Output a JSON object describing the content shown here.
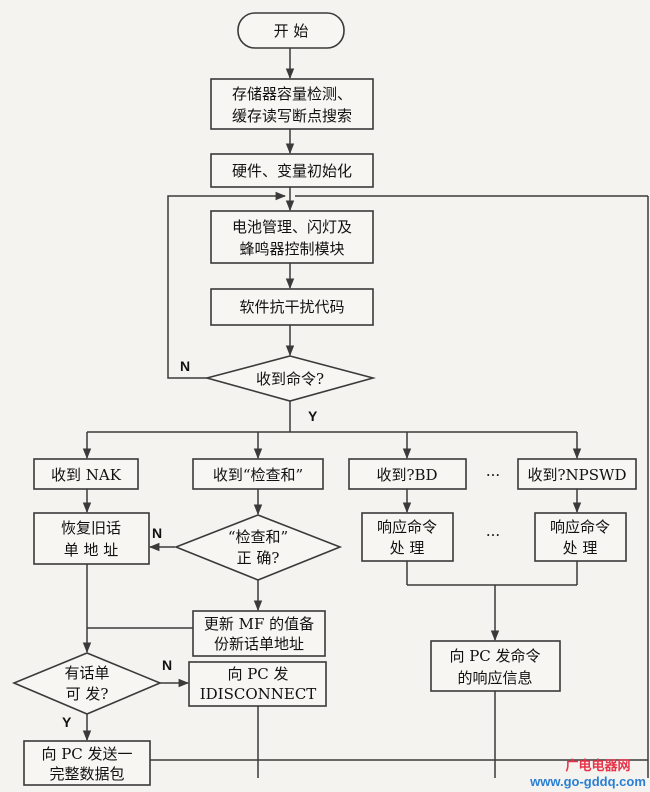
{
  "flowchart": {
    "start": "开 始",
    "memory_check": [
      "存储器容量检测、",
      "缓存读写断点搜索"
    ],
    "init": "硬件、变量初始化",
    "battery_module": [
      "电池管理、闪灯及",
      "蜂鸣器控制模块"
    ],
    "anti_interference": "软件抗干扰代码",
    "cmd_received": "收到命令?",
    "label_n1": "N",
    "label_y1": "Y",
    "recv_nak": "收到 NAK",
    "recv_checksum": "收到“检查和”",
    "recv_bd": "收到?BD",
    "ellipsis_top": "···",
    "recv_npswd": "收到?NPSWD",
    "restore_record": [
      "恢复旧话",
      "单 地 址"
    ],
    "checksum_ok": [
      "“检查和”",
      "正 确?"
    ],
    "label_n2": "N",
    "respond_cmd_1": [
      "响应命令",
      "处 理"
    ],
    "ellipsis_mid": "···",
    "respond_cmd_2": [
      "响应命令",
      "处 理"
    ],
    "update_mf": [
      "更新 MF 的值备",
      "份新话单地址"
    ],
    "has_record": [
      "有话单",
      "可 发?"
    ],
    "label_n3": "N",
    "send_disconnect": [
      "向 PC 发",
      "IDISCONNECT"
    ],
    "send_response": [
      "向 PC 发命令",
      "的响应信息"
    ],
    "label_y2": "Y",
    "send_packet": [
      "向 PC 发送一",
      "完整数据包"
    ]
  },
  "watermark": {
    "line1": "广电电器网",
    "line2": "www.go-gddq.com",
    "color1": "#e8344a",
    "color2": "#2a7fd4"
  }
}
